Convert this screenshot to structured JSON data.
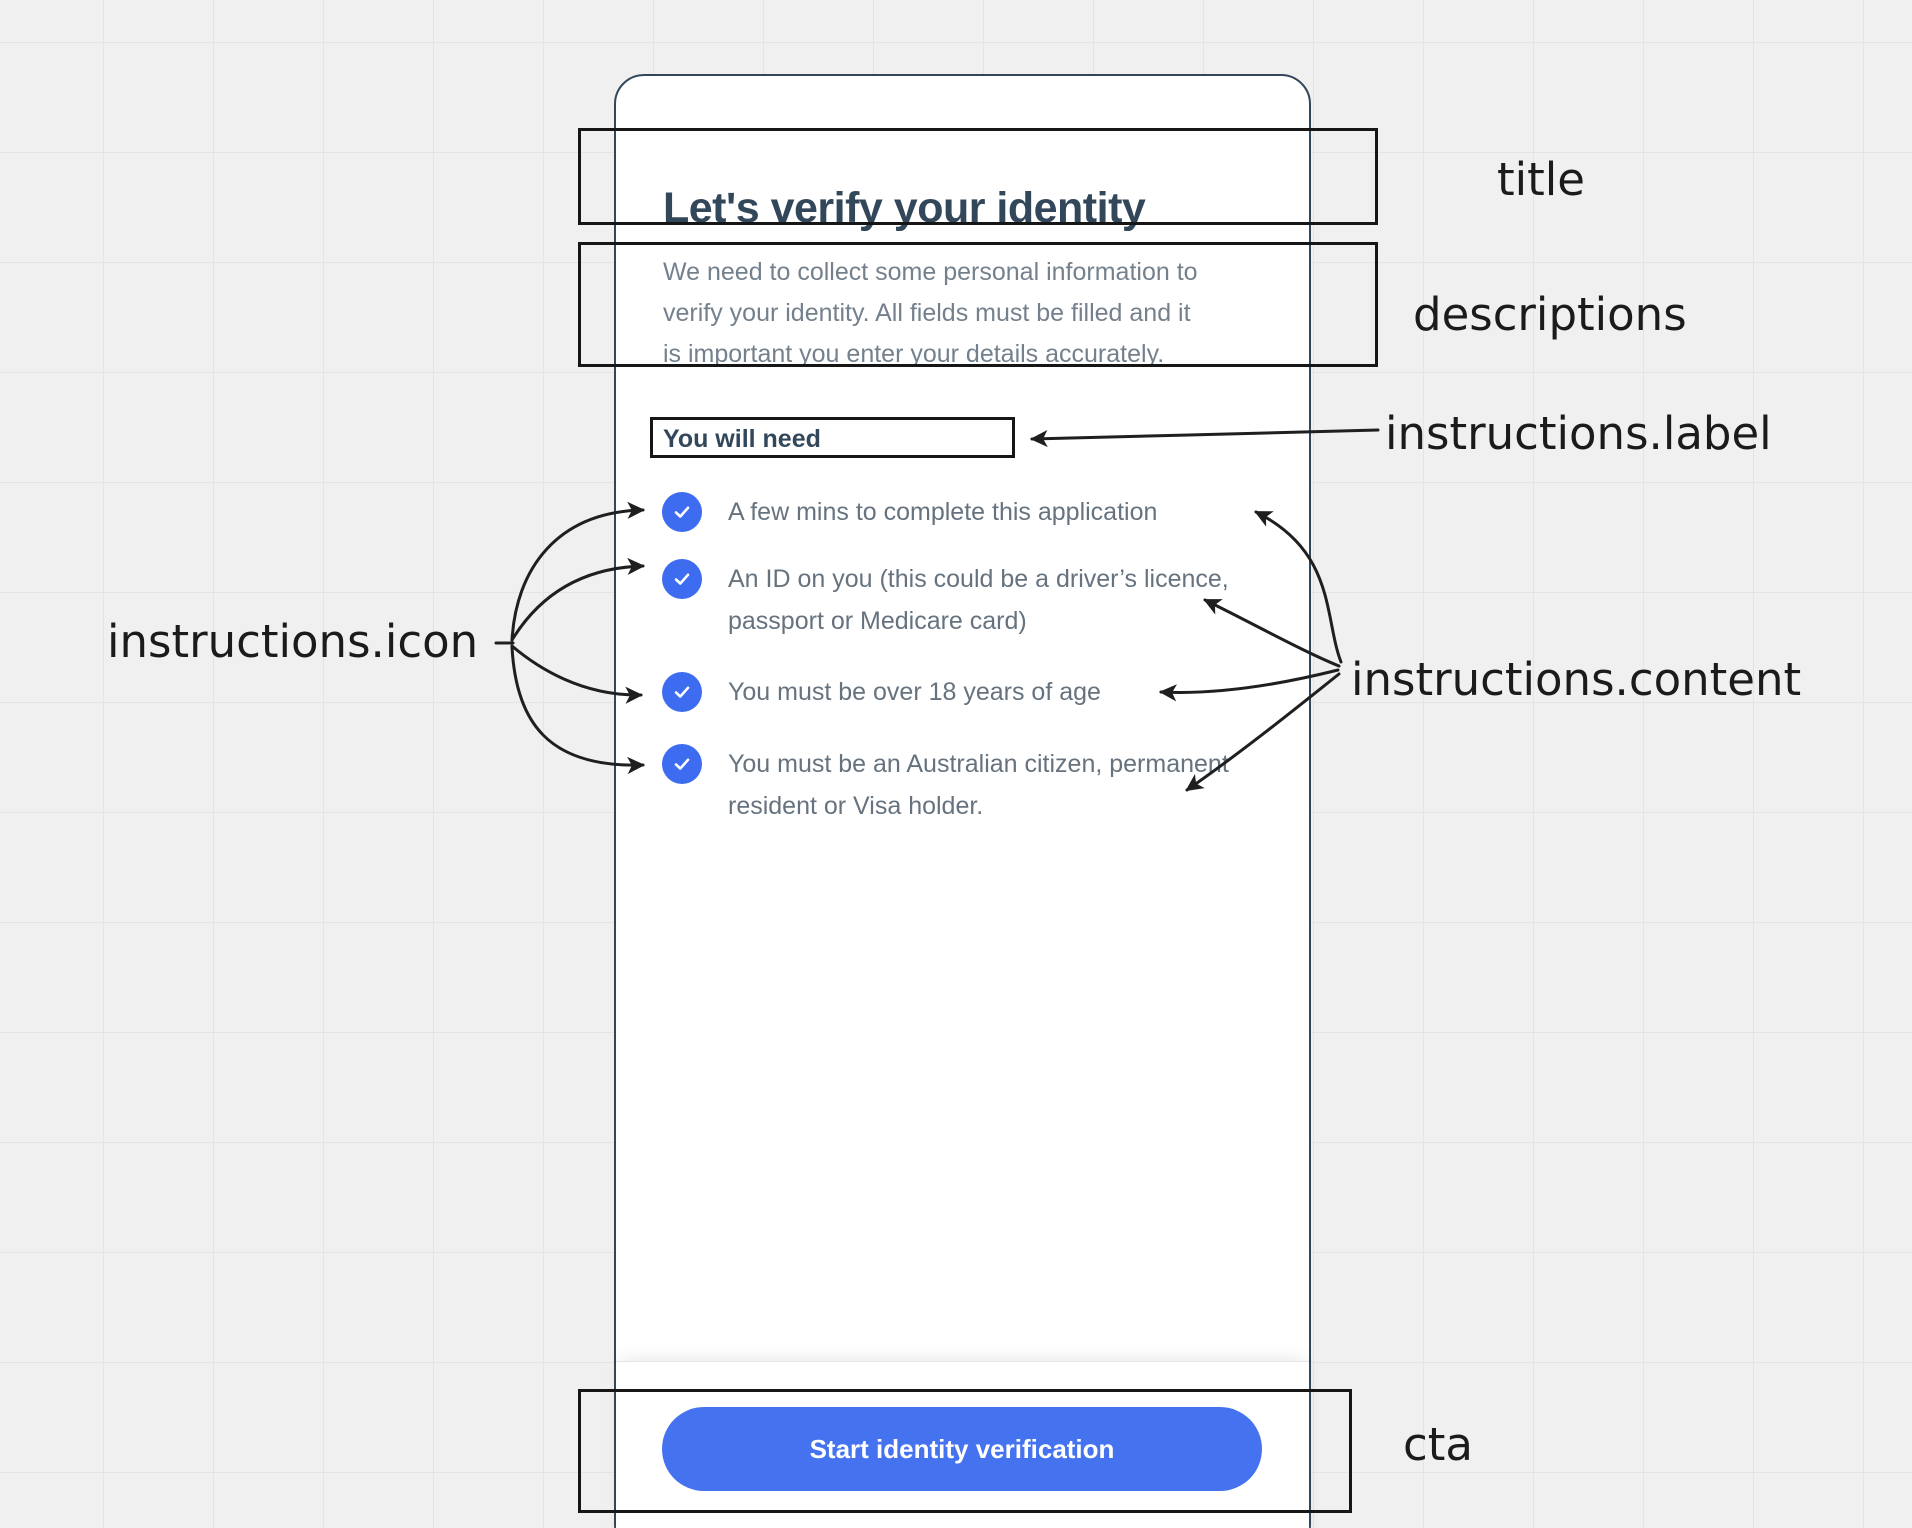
{
  "canvas": {
    "background": "#f0f0f0",
    "grid_color": "#e3e4e6"
  },
  "screen": {
    "title": "Let's verify your identity",
    "descriptions": [
      "We need to collect some personal information to",
      "verify your identity. All fields must be filled and it",
      "is important you enter your details accurately."
    ],
    "instructions": {
      "label": "You will need",
      "items": [
        {
          "icon": "check-circle-icon",
          "content": "A few mins to complete this application"
        },
        {
          "icon": "check-circle-icon",
          "content": "An ID on you (this could be a driver’s licence, passport or Medicare card)"
        },
        {
          "icon": "check-circle-icon",
          "content": "You must be over 18 years of age"
        },
        {
          "icon": "check-circle-icon",
          "content": "You must be an Australian citizen, permanent resident or Visa holder."
        }
      ]
    },
    "cta": "Start identity verification",
    "colors": {
      "accent_blue": "#3E6CF0",
      "cta_blue": "#4573F0",
      "title_text": "#33475B",
      "body_text": "#74818D",
      "phone_border": "#33475B"
    }
  },
  "annotations": {
    "title_label": "title",
    "descriptions_label": "descriptions",
    "instructions_label_label": "instructions.label",
    "instructions_icon_label": "instructions.icon",
    "instructions_content_label": "instructions.content",
    "cta_label": "cta"
  }
}
